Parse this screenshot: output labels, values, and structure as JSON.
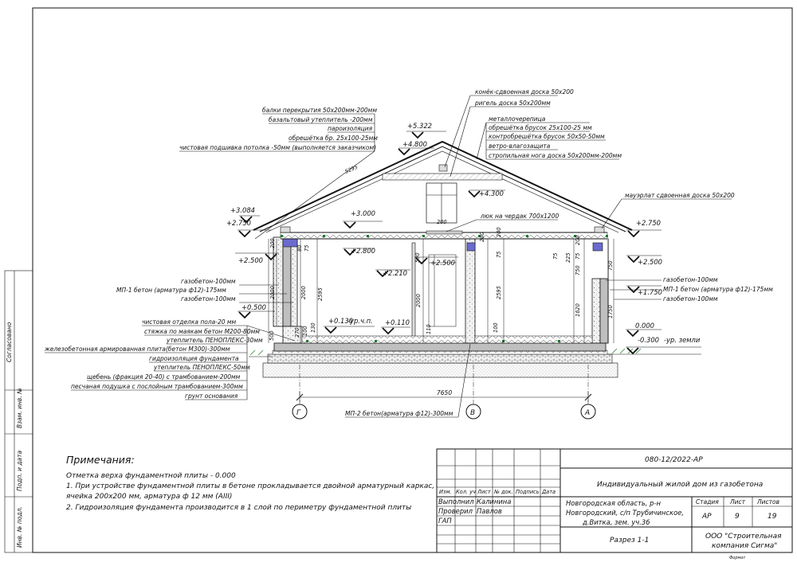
{
  "drawing": {
    "callouts_left": [
      "балки перекрытия 50х200мм-200мм",
      "базальтовый утеплитель -200мм",
      "пароизоляция",
      "обрешётка бр. 25х100-25мм",
      "чистовая подшивка потолка -50мм (выполняется заказчиком)"
    ],
    "callouts_right": [
      "конёк-сдвоенная доска 50х200",
      "ригель доска 50х200мм",
      "металлочерепица",
      "обрешётка брусок 25х100-25 мм",
      "контробрешётка брусок 50х50-50мм",
      "ветро-влагозащита",
      "стропильная нога доска 50х200мм-200мм"
    ],
    "mauerlat": "мауэрлат сдвоенная доска 50х200",
    "hatch": "люк на чердак 700х1200",
    "wall_left": [
      "газобетон-100мм",
      "МП-1 бетон (арматура ф12)-175мм",
      "газобетон-100мм"
    ],
    "wall_right": [
      "газобетон-100мм",
      "МП-1 бетон (арматура ф12)-175мм",
      "газобетон-100мм"
    ],
    "floor_layers": [
      "чистовая отделка пола-20 мм",
      "стяжка по маякам бетон М200-80мм",
      "утеплитель ПЕНОПЛЕКС-30мм",
      "железобетонная армированная плита(бетон М300)-300мм",
      "гидроизоляция фундамента",
      "утеплитель ПЕНОПЛЕКС-50мм",
      "щебень (фракция 20-40) с трамбованием-200мм",
      "песчаная подушка с послойным трамбованием-300мм",
      "грунт основания"
    ],
    "mp2": "МП-2 бетон(арматура ф12)-300мм",
    "level_labels": {
      "ridge": "+5.322",
      "l4800": "+4.800",
      "l4300": "+4.300",
      "l3084": "+3.084",
      "l3000": "+3.000",
      "l2750_left": "+2.750",
      "l2750_right": "+2.750",
      "l2800": "+2.800",
      "l2500_left": "+2.500",
      "l2500_mid": "+2.500",
      "l2500_right": "+2.500",
      "l2210": "+2.210",
      "l1750": "+1.750",
      "l0500": "+0.500",
      "l0130": "+0.130",
      "l0110": "+0.110",
      "l0000": "0.000",
      "l_m0300": "-0.300",
      "floor_level": "-ур.ч.п.",
      "ground_level": "-ур. земли"
    },
    "dims": {
      "rafter": "5295",
      "d200_top": "200",
      "d200_mid": "200",
      "d200_left": "200",
      "d200_right": "200",
      "d200_right2": "200",
      "d590": "590",
      "d75a": "75",
      "d75b": "75",
      "d75c": "75",
      "d75d": "75",
      "d225": "225",
      "d80": "80",
      "d750_top": "750",
      "d750": "750",
      "d2000a": "2000",
      "d2000b": "2000",
      "d2000c": "2000",
      "d2595a": "2595",
      "d2595b": "2595",
      "d1620": "1620",
      "d1750": "1750",
      "d500": "500",
      "d130": "130",
      "d110": "110",
      "d100a": "100",
      "d100b": "100",
      "d270": "270",
      "total": "7650"
    },
    "axes": [
      "Г",
      "В",
      "А"
    ]
  },
  "notes": {
    "title": "Примечания:",
    "lines": [
      "Отметка верха фундаментной плиты - 0.000",
      "1. При устройстве фундаментной плиты в бетоне прокладывается двойной арматурный каркас,",
      "ячейка 200х200 мм, арматура ф 12 мм (AIII)",
      "2. Гидроизоляция фундамента производится в 1 слой по периметру фундаментной плиты"
    ]
  },
  "side_stamp": [
    "Согласовано",
    "Взам. инв. №",
    "Подп. и дата",
    "Инв. № подл."
  ],
  "stamp": {
    "doc_code": "080-12/2022-АР",
    "project": "Индивидуальный жилой дом из газобетона",
    "address": [
      "Новгородская область, р-н",
      "Новгородский, с/п Трубичинское,",
      "д.Витка, зем. уч.36"
    ],
    "sheet_name": "Разрез 1-1",
    "company": [
      "ООО \"Строительная",
      "компания Сигма\""
    ],
    "headers": [
      "Изм.",
      "Кол. уч",
      "Лист",
      "№ док.",
      "Подпись",
      "Дата"
    ],
    "roles": [
      {
        "role": "Выполнил",
        "name": "Калинина"
      },
      {
        "role": "Проверил",
        "name": "Павлов"
      },
      {
        "role": "ГАП",
        "name": ""
      }
    ],
    "stage_label": "Стадия",
    "sheet_label": "Лист",
    "sheets_label": "Листов",
    "stage": "АР",
    "sheet": "9",
    "sheets": "19",
    "format": "Формат"
  }
}
